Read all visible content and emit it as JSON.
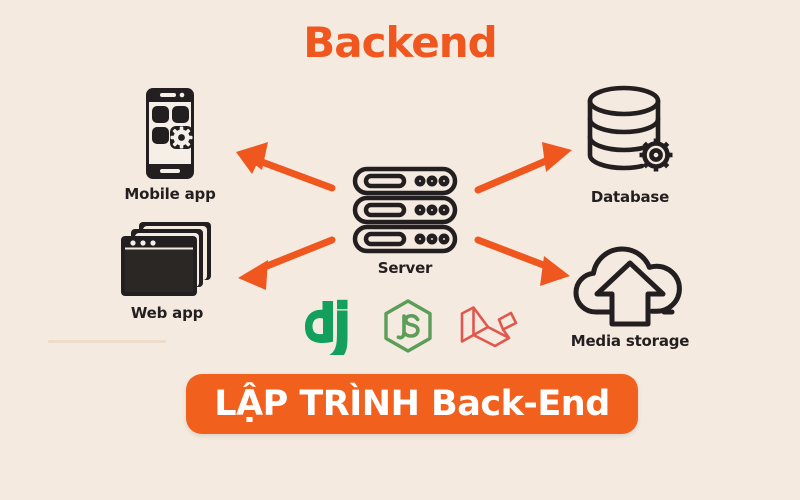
{
  "page": {
    "title": "Backend",
    "background_color": "#F4EAE0",
    "accent_color": "#F0571F",
    "dark_color": "#231F20"
  },
  "diagram": {
    "center": {
      "label": "Server",
      "icon": "server-icon"
    },
    "nodes": [
      {
        "id": "mobile",
        "label": "Mobile app",
        "icon": "mobile-app-icon"
      },
      {
        "id": "web",
        "label": "Web app",
        "icon": "web-app-icon"
      },
      {
        "id": "database",
        "label": "Database",
        "icon": "database-icon"
      },
      {
        "id": "media",
        "label": "Media storage",
        "icon": "cloud-upload-icon"
      }
    ],
    "arrows": [
      {
        "id": "server-to-mobile",
        "direction": "up-left",
        "color": "#F0571F"
      },
      {
        "id": "server-to-web",
        "direction": "down-left",
        "color": "#F0571F"
      },
      {
        "id": "server-to-database",
        "direction": "up-right",
        "color": "#F0571F"
      },
      {
        "id": "server-to-media",
        "direction": "down-right",
        "color": "#F0571F"
      }
    ]
  },
  "tech_logos": [
    {
      "id": "django",
      "name": "django-logo",
      "text": "dj",
      "color": "#12A05C"
    },
    {
      "id": "nodejs",
      "name": "nodejs-logo",
      "text": "JS",
      "color": "#5C9E57"
    },
    {
      "id": "laravel",
      "name": "laravel-logo",
      "text": "",
      "color": "#E2574C"
    }
  ],
  "banner": {
    "text": "LẬP TRÌNH Back-End",
    "background_color": "#F2601D",
    "text_color": "#FFFFFF"
  }
}
